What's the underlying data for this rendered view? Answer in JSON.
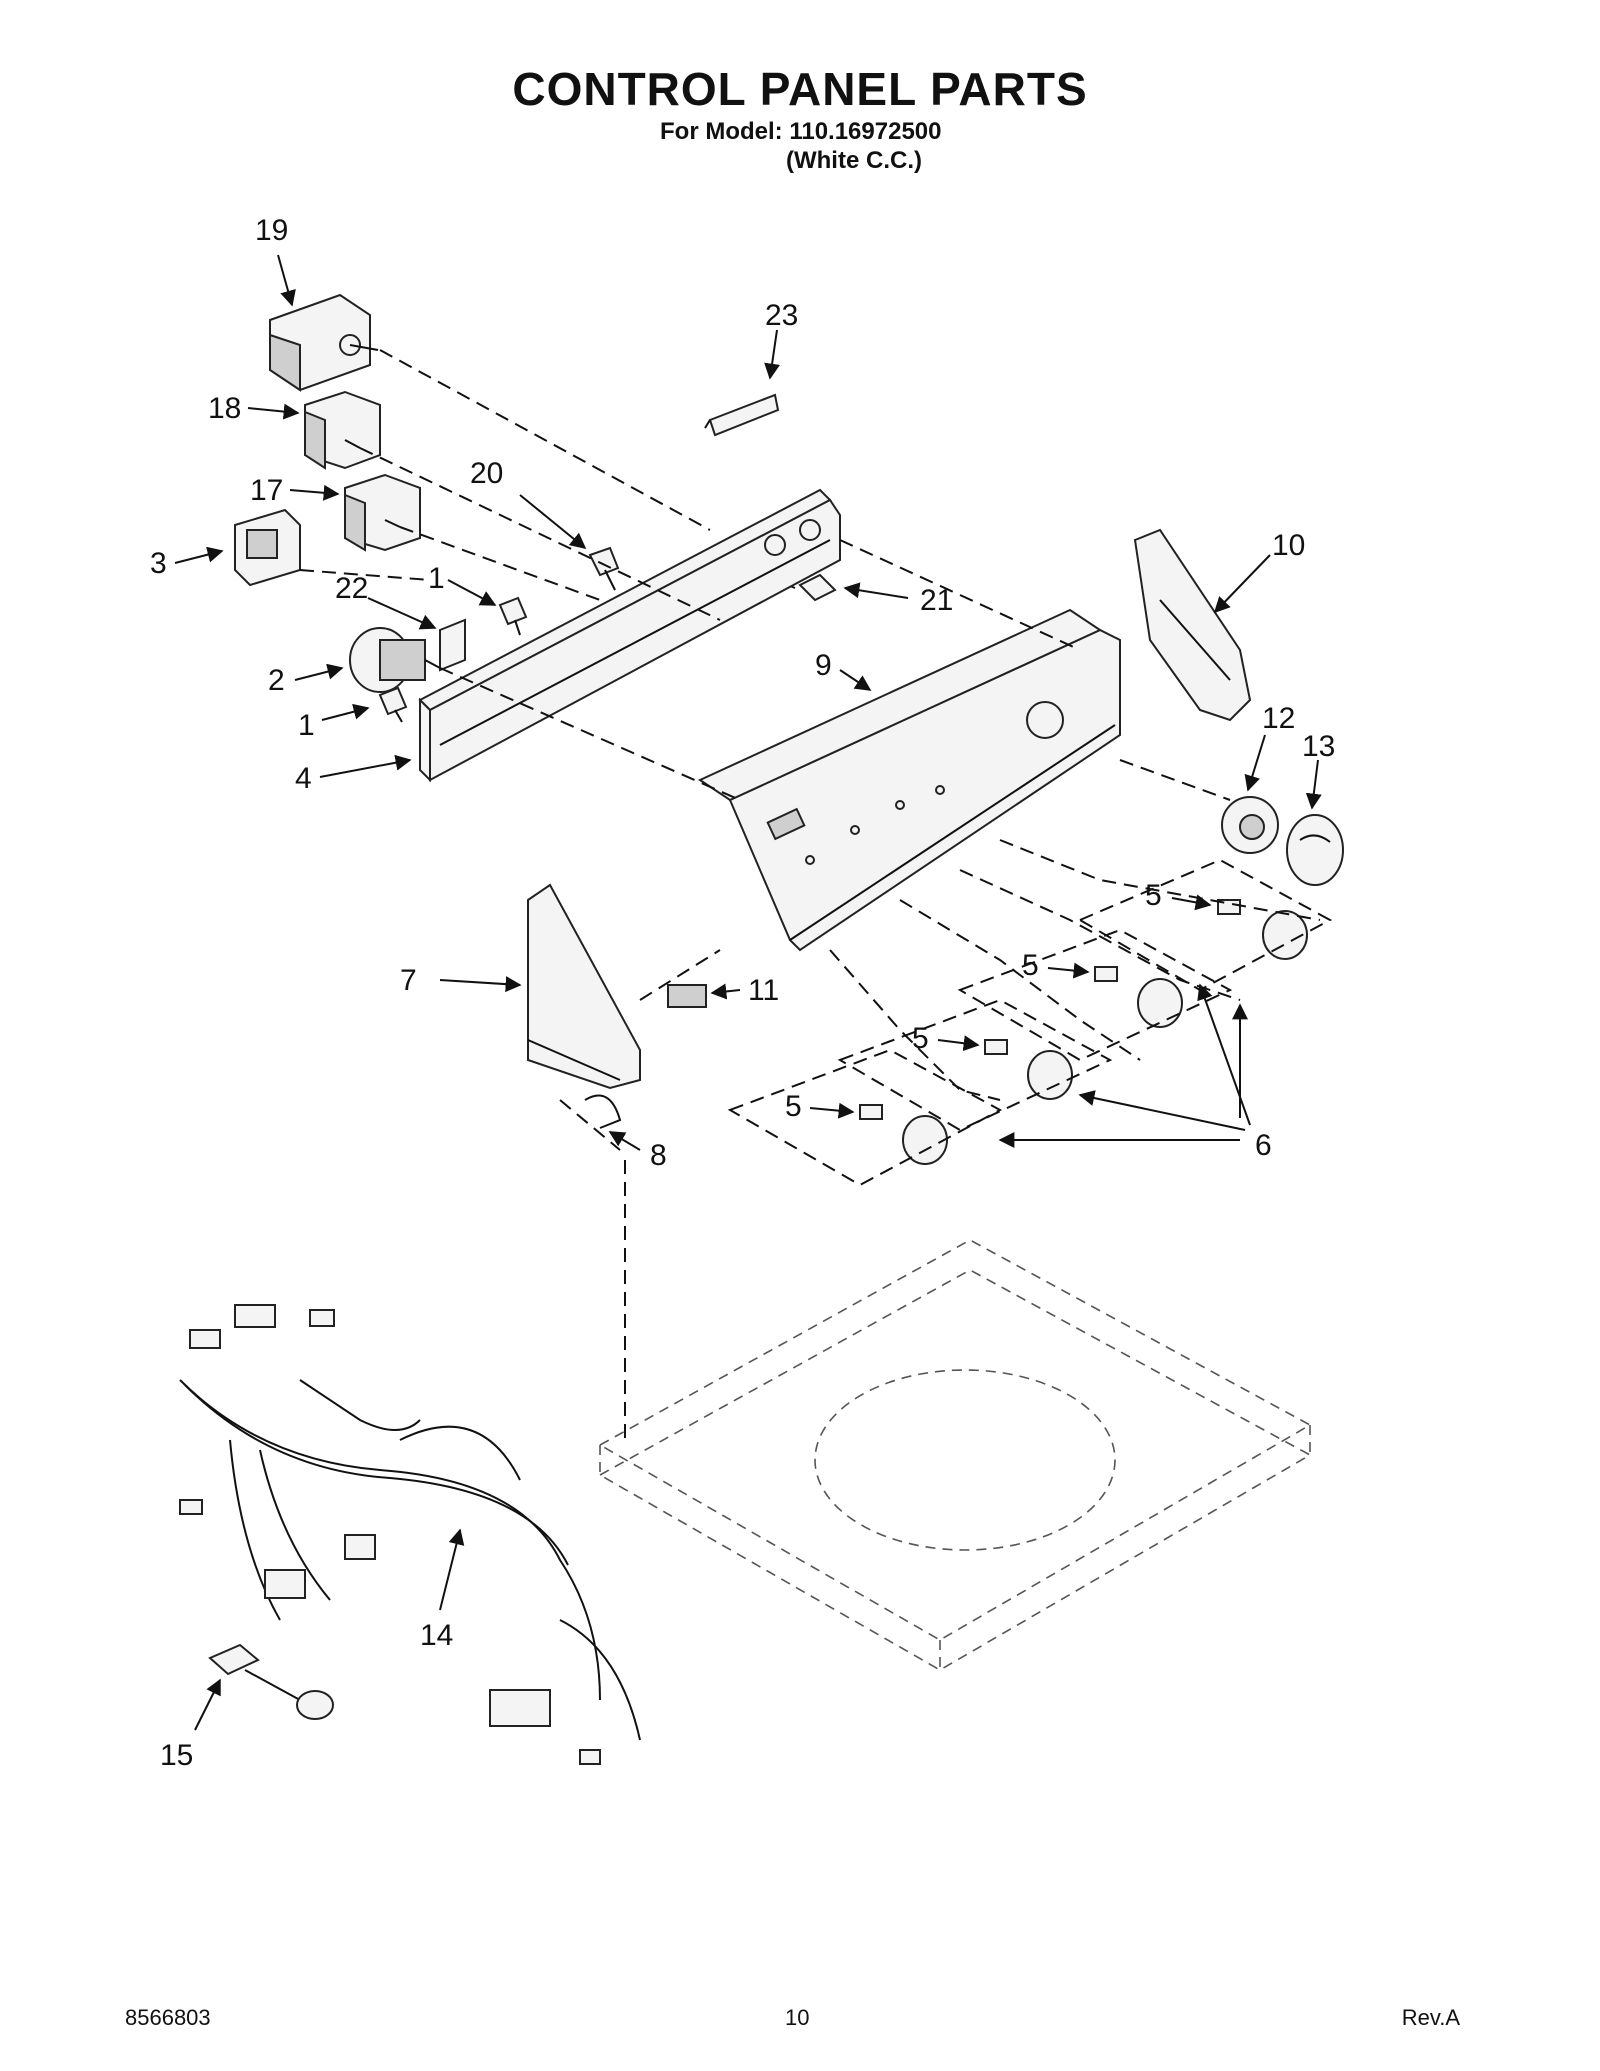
{
  "header": {
    "title": "CONTROL PANEL PARTS",
    "model_line": "For Model: 110.16972500",
    "variant": "(White C.C.)"
  },
  "callouts": [
    {
      "id": "19",
      "label": "19"
    },
    {
      "id": "23",
      "label": "23"
    },
    {
      "id": "18",
      "label": "18"
    },
    {
      "id": "17",
      "label": "17"
    },
    {
      "id": "20",
      "label": "20"
    },
    {
      "id": "3",
      "label": "3"
    },
    {
      "id": "22",
      "label": "22"
    },
    {
      "id": "1a",
      "label": "1"
    },
    {
      "id": "10",
      "label": "10"
    },
    {
      "id": "21",
      "label": "21"
    },
    {
      "id": "9",
      "label": "9"
    },
    {
      "id": "2",
      "label": "2"
    },
    {
      "id": "1b",
      "label": "1"
    },
    {
      "id": "12",
      "label": "12"
    },
    {
      "id": "13",
      "label": "13"
    },
    {
      "id": "4",
      "label": "4"
    },
    {
      "id": "5a",
      "label": "5"
    },
    {
      "id": "7",
      "label": "7"
    },
    {
      "id": "11",
      "label": "11"
    },
    {
      "id": "5b",
      "label": "5"
    },
    {
      "id": "5c",
      "label": "5"
    },
    {
      "id": "5d",
      "label": "5"
    },
    {
      "id": "8",
      "label": "8"
    },
    {
      "id": "6",
      "label": "6"
    },
    {
      "id": "14",
      "label": "14"
    },
    {
      "id": "15",
      "label": "15"
    }
  ],
  "footer": {
    "doc_number": "8566803",
    "page": "10",
    "revision": "Rev.A"
  }
}
